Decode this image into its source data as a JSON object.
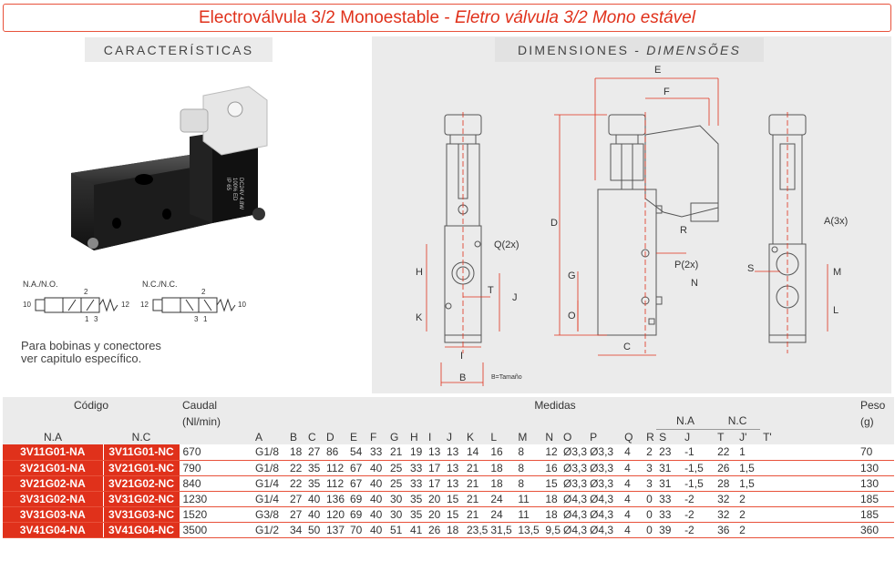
{
  "title": {
    "main": "Electroválvula 3/2 Monoestable",
    "sep": " - ",
    "sub": "Eletro válvula 3/2 Mono estável"
  },
  "left": {
    "header": "CARACTERÍSTICAS",
    "coil_text": [
      "DC24V 4.8W",
      "100% ED",
      "IP 65"
    ],
    "symbols": [
      {
        "label": "N.A./N.O.",
        "ports": [
          "10",
          "2",
          "1",
          "3",
          "12"
        ]
      },
      {
        "label": "N.C./N.C.",
        "ports": [
          "12",
          "2",
          "3",
          "1",
          "10"
        ]
      }
    ],
    "note_line1": "Para bobinas y conectores",
    "note_line2": "ver capitulo específico."
  },
  "right": {
    "header_plain": "DIMENSIONES - ",
    "header_italic": "DIMENSÕES",
    "labels": {
      "E": "E",
      "F": "F",
      "D": "D",
      "R": "R",
      "Q": "Q(2x)",
      "H": "H",
      "T": "T",
      "J": "J",
      "K": "K",
      "I": "I",
      "B": "B",
      "tam": "B=Tamaño",
      "G": "G",
      "O": "O",
      "P": "P(2x)",
      "N": "N",
      "C": "C",
      "A": "A(3x)",
      "S": "S",
      "M": "M",
      "L": "L"
    }
  },
  "table": {
    "codigo": "Código",
    "caudal": "Caudal",
    "caudal_unit": "(Nl/min)",
    "medidas": "Medidas",
    "peso": "Peso",
    "peso_unit": "(g)",
    "na": "N.A",
    "nc": "N.C",
    "na_sub": "N.A",
    "nc_sub": "N.C",
    "columns": [
      "A",
      "B",
      "C",
      "D",
      "E",
      "F",
      "G",
      "H",
      "I",
      "J",
      "K",
      "L",
      "M",
      "N",
      "O",
      "P",
      "Q",
      "R",
      "S",
      "J",
      "T",
      "J'",
      "T'"
    ],
    "rows": [
      {
        "na": "3V11G01-NA",
        "nc": "3V11G01-NC",
        "caudal": "670",
        "m": [
          "G1/8",
          "18",
          "27",
          "86",
          "54",
          "33",
          "21",
          "19",
          "13",
          "13",
          "14",
          "16",
          "8",
          "12",
          "Ø3,3",
          "Ø3,3",
          "4",
          "2",
          "23",
          "-1",
          "22",
          "1"
        ],
        "peso": "70"
      },
      {
        "na": "3V21G01-NA",
        "nc": "3V21G01-NC",
        "caudal": "790",
        "m": [
          "G1/8",
          "22",
          "35",
          "112",
          "67",
          "40",
          "25",
          "33",
          "17",
          "13",
          "21",
          "18",
          "8",
          "16",
          "Ø3,3",
          "Ø3,3",
          "4",
          "3",
          "31",
          "-1,5",
          "26",
          "1,5"
        ],
        "peso": "130"
      },
      {
        "na": "3V21G02-NA",
        "nc": "3V21G02-NC",
        "caudal": "840",
        "m": [
          "G1/4",
          "22",
          "35",
          "112",
          "67",
          "40",
          "25",
          "33",
          "17",
          "13",
          "21",
          "18",
          "8",
          "15",
          "Ø3,3",
          "Ø3,3",
          "4",
          "3",
          "31",
          "-1,5",
          "28",
          "1,5"
        ],
        "peso": "130"
      },
      {
        "na": "3V31G02-NA",
        "nc": "3V31G02-NC",
        "caudal": "1230",
        "m": [
          "G1/4",
          "27",
          "40",
          "136",
          "69",
          "40",
          "30",
          "35",
          "20",
          "15",
          "21",
          "24",
          "11",
          "18",
          "Ø4,3",
          "Ø4,3",
          "4",
          "0",
          "33",
          "-2",
          "32",
          "2"
        ],
        "peso": "185"
      },
      {
        "na": "3V31G03-NA",
        "nc": "3V31G03-NC",
        "caudal": "1520",
        "m": [
          "G3/8",
          "27",
          "40",
          "120",
          "69",
          "40",
          "30",
          "35",
          "20",
          "15",
          "21",
          "24",
          "11",
          "18",
          "Ø4,3",
          "Ø4,3",
          "4",
          "0",
          "33",
          "-2",
          "32",
          "2"
        ],
        "peso": "185"
      },
      {
        "na": "3V41G04-NA",
        "nc": "3V41G04-NC",
        "caudal": "3500",
        "m": [
          "G1/2",
          "34",
          "50",
          "137",
          "70",
          "40",
          "51",
          "41",
          "26",
          "18",
          "23,5",
          "31,5",
          "13,5",
          "9,5",
          "Ø4,3",
          "Ø4,3",
          "4",
          "0",
          "39",
          "-2",
          "36",
          "2"
        ],
        "peso": "360"
      }
    ]
  }
}
